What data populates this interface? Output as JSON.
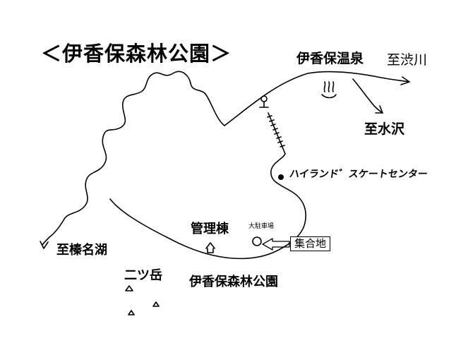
{
  "title": "＜伊香保森林公園＞",
  "places": {
    "ikaho_onsen": "伊香保温泉",
    "to_shibukawa": "至渋川",
    "to_mizusawa": "至水沢",
    "highland_skate": "ハイランド゛スケートセンター",
    "kanri_to": "管理棟",
    "daichushajo": "大駐車場",
    "shugochi": "集合地",
    "to_haruna": "至榛名湖",
    "futatsudake": "二ツ岳",
    "park_name": "伊香保森林公園"
  },
  "icons": [
    "hot-spring-icon",
    "shrine-icon",
    "building-icon",
    "parking-circle-icon",
    "pointer-arrow-icon",
    "mountain-peak-icon",
    "map-pin-icon"
  ],
  "colors": {
    "ink": "#000000",
    "paper": "#ffffff"
  }
}
